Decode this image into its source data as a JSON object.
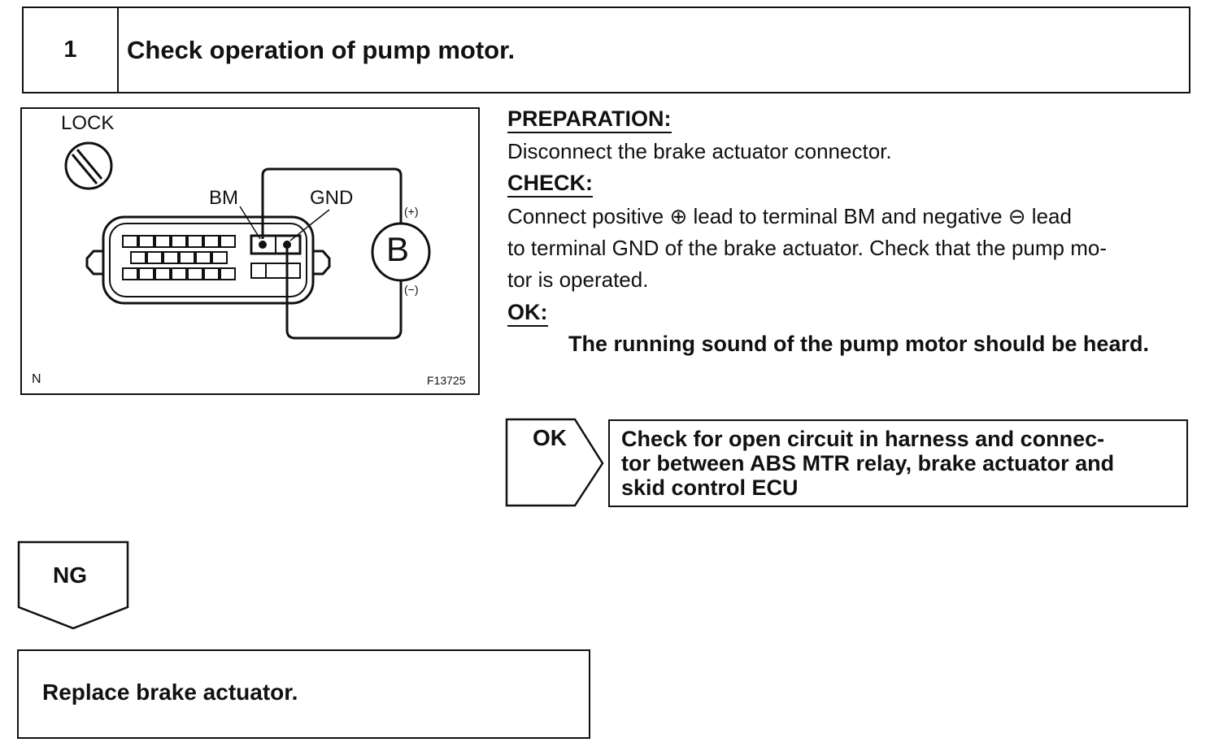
{
  "step": {
    "number": "1",
    "title": "Check operation of pump motor."
  },
  "diagram": {
    "lock_label": "LOCK",
    "terminal_bm": "BM",
    "terminal_gnd": "GND",
    "battery_label": "B",
    "plus_label": "(+)",
    "minus_label": "(−)",
    "view_label": "N",
    "figure_id": "F13725",
    "icons": [
      "lock-icon",
      "connector-icon",
      "battery-icon"
    ]
  },
  "preparation": {
    "label": "PREPARATION:",
    "text": "Disconnect the brake actuator connector."
  },
  "check": {
    "label": "CHECK:",
    "line1": "Connect positive ⊕ lead to terminal BM and negative ⊖ lead",
    "line2": "to terminal GND of the brake actuator. Check that the pump mo-",
    "line3": "tor is operated."
  },
  "ok": {
    "label": "OK:",
    "result": "The running sound of the pump motor should be heard."
  },
  "ok_branch": {
    "label": "OK",
    "action_line1": "Check for open circuit in harness and connec-",
    "action_line2": "tor between ABS MTR relay, brake actuator and",
    "action_line3": "skid control ECU"
  },
  "ng_branch": {
    "label": "NG",
    "action": "Replace brake actuator."
  }
}
